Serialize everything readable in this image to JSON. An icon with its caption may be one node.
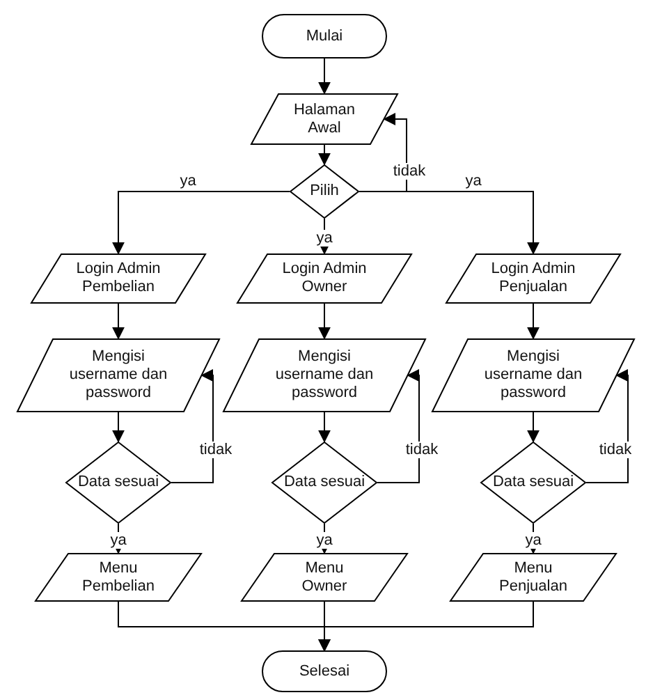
{
  "diagram": {
    "nodes": [
      {
        "text": [
          "Mulai"
        ]
      },
      {
        "text": [
          "Halaman Awal"
        ]
      },
      {
        "text": [
          "Pilih"
        ]
      },
      {
        "text": [
          "Login Admin Pembelian"
        ]
      },
      {
        "text": [
          "Login Admin Owner"
        ]
      },
      {
        "text": [
          "Login Admin Penjualan"
        ]
      },
      {
        "text": [
          "Mengisi username dan password"
        ]
      },
      {
        "text": [
          "Mengisi username dan password"
        ]
      },
      {
        "text": [
          "Mengisi username dan password"
        ]
      },
      {
        "text": [
          "Data sesuai"
        ]
      },
      {
        "text": [
          "Data sesuai"
        ]
      },
      {
        "text": [
          "Data sesuai"
        ]
      },
      {
        "text": [
          "Menu Pembelian"
        ]
      },
      {
        "text": [
          "Menu Owner"
        ]
      },
      {
        "text": [
          "Menu Penjualan"
        ]
      },
      {
        "text": [
          "Selesai"
        ]
      }
    ],
    "edges": [
      {
        "from": 0,
        "to": 1,
        "arrow": "to"
      },
      {
        "from": 1,
        "to": 2,
        "arrow": "to"
      },
      {
        "from": 2,
        "to": 3,
        "arrow": "to",
        "label": "ya"
      },
      {
        "from": 2,
        "to": 4,
        "arrow": "to",
        "label": "ya"
      },
      {
        "from": 2,
        "to": 5,
        "arrow": "to",
        "label": "ya"
      },
      {
        "from": 2,
        "to": 1,
        "arrow": "to",
        "label": "tidak"
      },
      {
        "from": 3,
        "to": 6,
        "arrow": "to"
      },
      {
        "from": 6,
        "to": 9,
        "arrow": "to"
      },
      {
        "from": 9,
        "to": 6,
        "arrow": "to",
        "label": "tidak"
      },
      {
        "from": 9,
        "to": 12,
        "arrow": "to",
        "label": "ya"
      },
      {
        "from": 12,
        "to": 15,
        "arrow": "to"
      },
      {
        "from": 4,
        "to": 7,
        "arrow": "to"
      },
      {
        "from": 7,
        "to": 10,
        "arrow": "to"
      },
      {
        "from": 10,
        "to": 7,
        "arrow": "to",
        "label": "tidak"
      },
      {
        "from": 10,
        "to": 13,
        "arrow": "to",
        "label": "ya"
      },
      {
        "from": 13,
        "to": 15,
        "arrow": "to"
      },
      {
        "from": 5,
        "to": 8,
        "arrow": "to"
      },
      {
        "from": 8,
        "to": 11,
        "arrow": "to"
      },
      {
        "from": 11,
        "to": 8,
        "arrow": "to",
        "label": "tidak"
      },
      {
        "from": 11,
        "to": 14,
        "arrow": "to",
        "label": "ya"
      },
      {
        "from": 14,
        "to": 15,
        "arrow": "to"
      }
    ]
  }
}
